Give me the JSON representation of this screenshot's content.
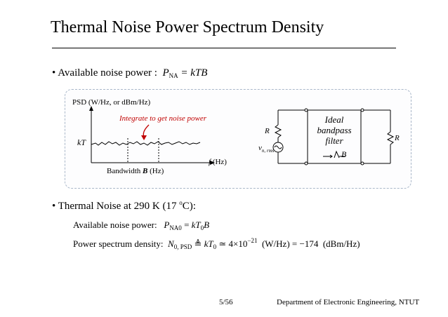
{
  "slide": {
    "title": "Thermal Noise Power Spectrum Density",
    "bullet1": {
      "text": "Available noise power :",
      "formula": {
        "P": "P",
        "sub": "NA",
        "rhs": "= kTB"
      }
    },
    "figure": {
      "psd_axis_label": "PSD (W/Hz, or dBm/Hz)",
      "annotation": "Integrate to get noise power",
      "kT_label": "kT",
      "f_label_var": "f",
      "f_label_unit": "(Hz)",
      "bandwidth_text": "Bandwidth",
      "bandwidth_var": "B",
      "bandwidth_unit": "(Hz)",
      "resistor_left": "R",
      "resistor_right": "R",
      "source_label": "v",
      "source_sub": "n, rms",
      "filter_line1": "Ideal",
      "filter_line2": "bandpass",
      "filter_line3": "filter",
      "filter_B": "B"
    },
    "bullet2": {
      "text_pre": "Thermal Noise at 290 K (17 ",
      "text_sup": "o",
      "text_post": "C):"
    },
    "line1": {
      "label": "Available noise power:",
      "P": "P",
      "P_sub": "NA0",
      "eq": "=",
      "kT": "kT",
      "T_sub": "0",
      "B": "B"
    },
    "line2": {
      "label": "Power spectrum density:",
      "N": "N",
      "N_sub": "0, PSD",
      "def": "≜",
      "kT": "kT",
      "T_sub": "0",
      "approx": "≃ 4×10",
      "exp": "−21",
      "unit1": "(W/Hz)",
      "eq2": "= −174",
      "unit2": "(dBm/Hz)"
    },
    "footer": {
      "page": "5/56",
      "dept": "Department of Electronic Engineering, NTUT"
    }
  },
  "colors": {
    "annotation": "#c00000",
    "box_border": "#a9b7c9",
    "text": "#000000"
  }
}
